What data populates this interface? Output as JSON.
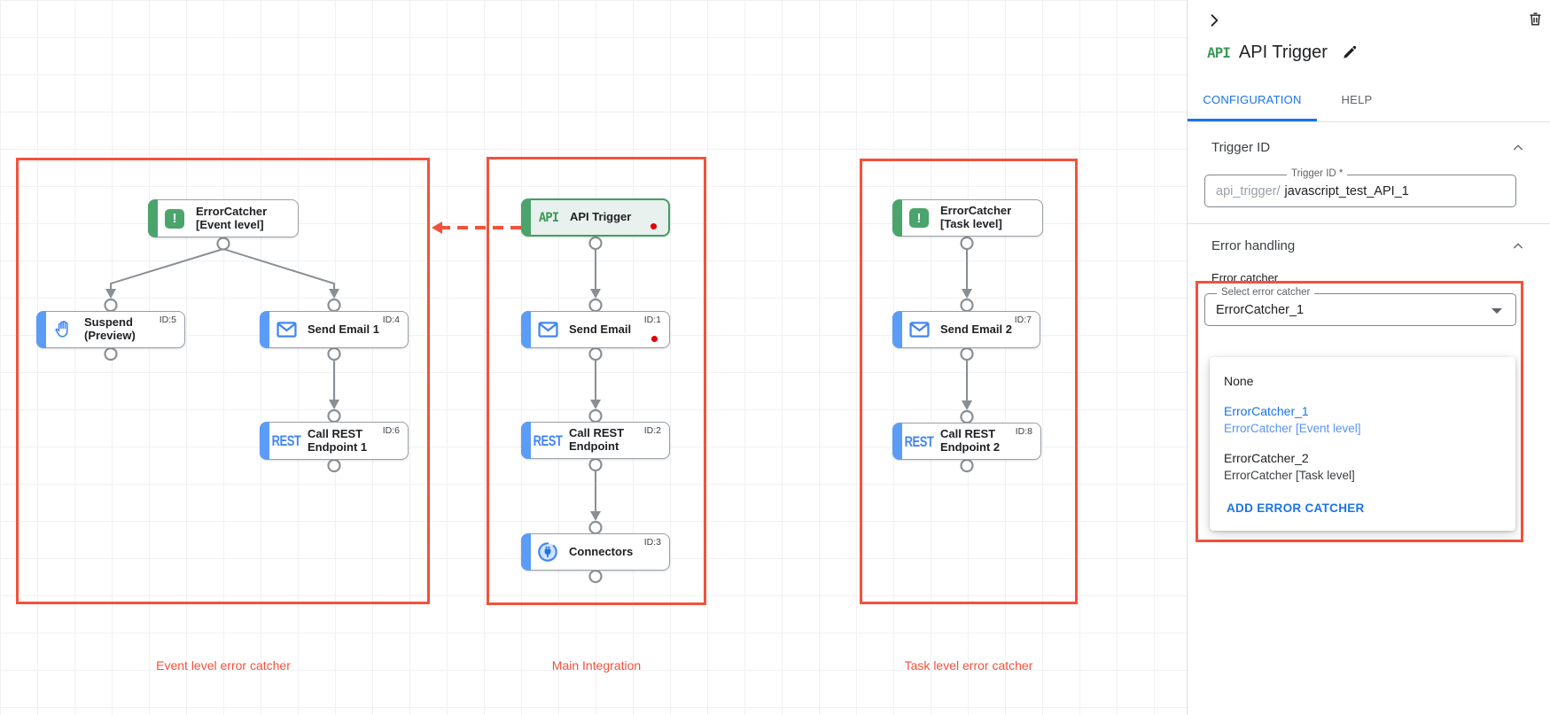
{
  "colors": {
    "red": "#f4513b",
    "node_blue": "#5b9cf6",
    "node_green": "#4ba46c",
    "icon_blue": "#4285f4",
    "edge_gray": "#8a8f94",
    "link_blue": "#1a73e8",
    "alert_red": "#e10000"
  },
  "canvas": {
    "section_labels": [
      "Event level error catcher",
      "Main Integration",
      "Task level error catcher"
    ],
    "nodes": [
      {
        "key": "ec_event",
        "lines": [
          "ErrorCatcher",
          "[Event level]"
        ],
        "icon": "error-catcher-icon",
        "accent": "green",
        "badge": "",
        "selected": false,
        "alert_dot": false
      },
      {
        "key": "suspend",
        "lines": [
          "Suspend",
          "(Preview)"
        ],
        "icon": "hand-icon",
        "accent": "blue",
        "badge": "ID:5",
        "selected": false,
        "alert_dot": false
      },
      {
        "key": "send_email_1",
        "lines": [
          "Send Email 1"
        ],
        "icon": "email-icon",
        "accent": "blue",
        "badge": "ID:4",
        "selected": false,
        "alert_dot": false
      },
      {
        "key": "call_rest_1",
        "lines": [
          "Call REST",
          "Endpoint 1"
        ],
        "icon": "rest-icon",
        "accent": "blue",
        "badge": "ID:6",
        "selected": false,
        "alert_dot": false
      },
      {
        "key": "api_trigger",
        "lines": [
          "API Trigger"
        ],
        "icon": "api-icon",
        "accent": "green",
        "badge": "",
        "selected": true,
        "alert_dot": true
      },
      {
        "key": "send_email",
        "lines": [
          "Send Email"
        ],
        "icon": "email-icon",
        "accent": "blue",
        "badge": "ID:1",
        "selected": false,
        "alert_dot": true
      },
      {
        "key": "call_rest",
        "lines": [
          "Call REST",
          "Endpoint"
        ],
        "icon": "rest-icon",
        "accent": "blue",
        "badge": "ID:2",
        "selected": false,
        "alert_dot": false
      },
      {
        "key": "connectors",
        "lines": [
          "Connectors"
        ],
        "icon": "connector-icon",
        "accent": "blue",
        "badge": "ID:3",
        "selected": false,
        "alert_dot": false
      },
      {
        "key": "ec_task",
        "lines": [
          "ErrorCatcher",
          "[Task level]"
        ],
        "icon": "error-catcher-icon",
        "accent": "green",
        "badge": "",
        "selected": false,
        "alert_dot": false
      },
      {
        "key": "send_email_2",
        "lines": [
          "Send Email 2"
        ],
        "icon": "email-icon",
        "accent": "blue",
        "badge": "ID:7",
        "selected": false,
        "alert_dot": false
      },
      {
        "key": "call_rest_2",
        "lines": [
          "Call REST",
          "Endpoint 2"
        ],
        "icon": "rest-icon",
        "accent": "blue",
        "badge": "ID:8",
        "selected": false,
        "alert_dot": false
      }
    ]
  },
  "panel": {
    "logo_text": "API",
    "title": "API Trigger",
    "tabs": {
      "configuration": "CONFIGURATION",
      "help": "HELP"
    },
    "trigger_section": {
      "heading": "Trigger ID",
      "field_label": "Trigger ID *",
      "prefix": "api_trigger/",
      "value": "javascript_test_API_1"
    },
    "error_section": {
      "heading": "Error handling",
      "group_label": "Error catcher",
      "select_label": "Select error catcher",
      "select_value": "ErrorCatcher_1",
      "options": [
        {
          "title": "None",
          "subtitle": "",
          "highlighted": false
        },
        {
          "title": "ErrorCatcher_1",
          "subtitle": "ErrorCatcher [Event level]",
          "highlighted": true
        },
        {
          "title": "ErrorCatcher_2",
          "subtitle": "ErrorCatcher [Task level]",
          "highlighted": false
        }
      ],
      "action_label": "ADD ERROR CATCHER"
    }
  }
}
